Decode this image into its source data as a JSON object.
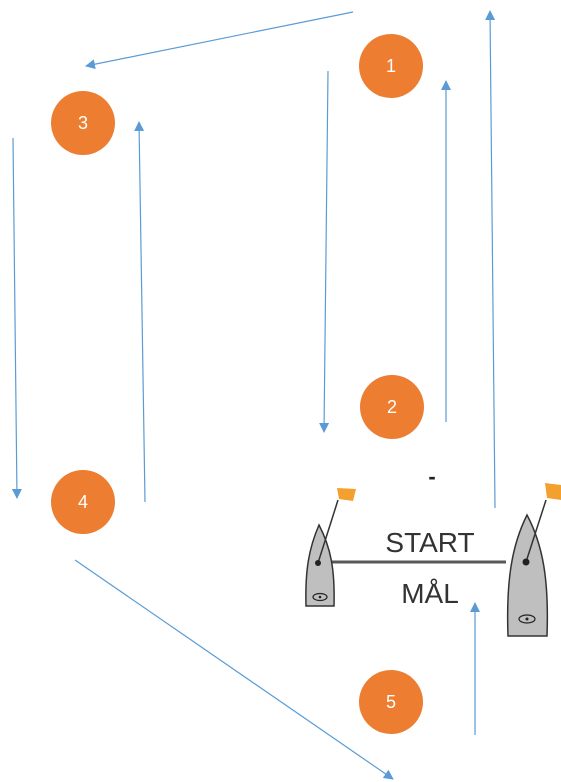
{
  "colors": {
    "mark_fill": "#ED7D31",
    "arrow": "#5B9BD5",
    "boat_fill": "#BFBFBF",
    "boat_stroke": "#333333",
    "flag": "#F4A02E",
    "start_line": "#595959"
  },
  "marks": [
    {
      "label": "1"
    },
    {
      "label": "2"
    },
    {
      "label": "3"
    },
    {
      "label": "4"
    },
    {
      "label": "5"
    }
  ],
  "start_line": {
    "start_label": "START",
    "finish_label": "MÅL"
  },
  "small_dash": "-"
}
